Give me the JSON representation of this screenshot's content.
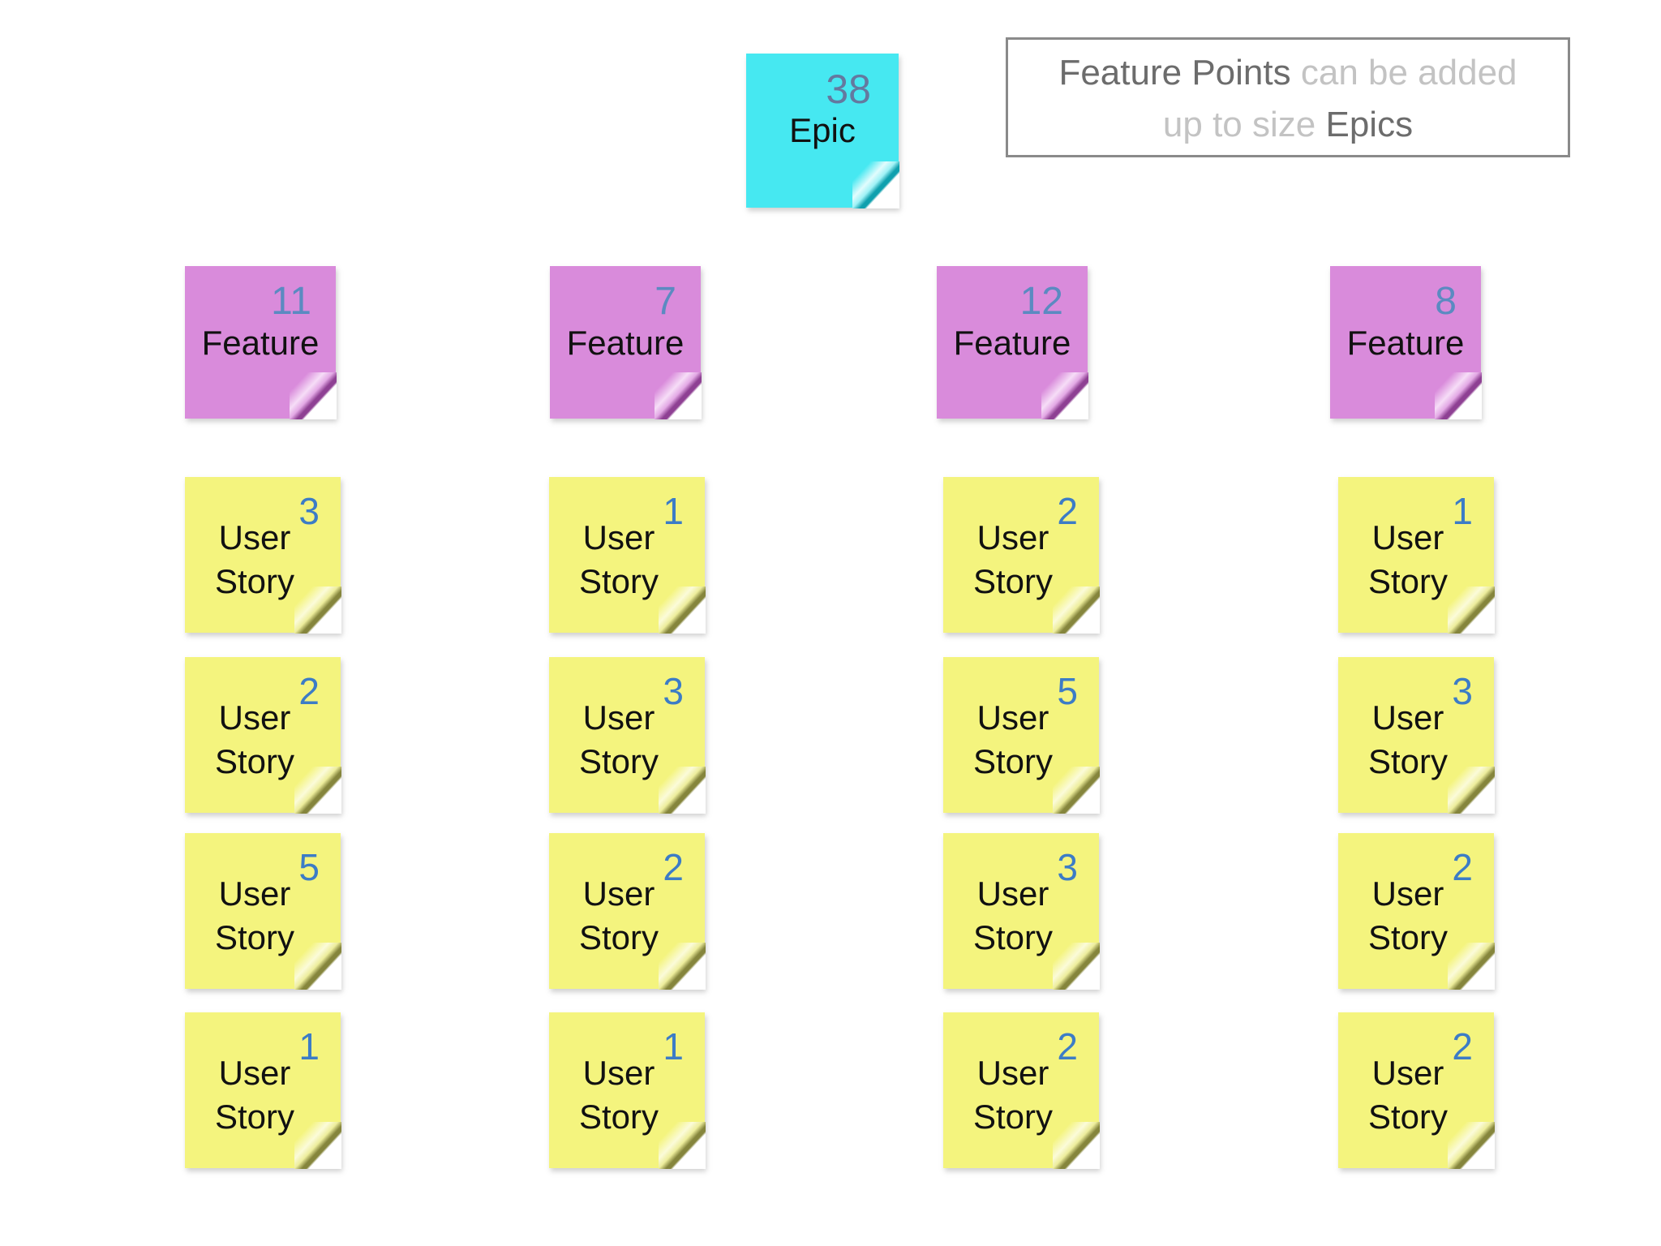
{
  "page": {
    "background": "#FFFFFF"
  },
  "annotation_box": {
    "line1_dark": "Feature Points",
    "line1_light": "can be added",
    "line2_light": "up to size",
    "line2_dark": "Epics"
  },
  "epic_note": {
    "points": "38",
    "label": "Epic"
  },
  "feature_notes": [
    {
      "points": "11",
      "label": "Feature"
    },
    {
      "points": "7",
      "label": "Feature"
    },
    {
      "points": "12",
      "label": "Feature"
    },
    {
      "points": "8",
      "label": "Feature"
    }
  ],
  "story_label": {
    "line1": "User",
    "line2": "Story"
  },
  "story_columns": [
    {
      "stories": [
        {
          "points": "3"
        },
        {
          "points": "2"
        },
        {
          "points": "5"
        },
        {
          "points": "1"
        }
      ]
    },
    {
      "stories": [
        {
          "points": "1"
        },
        {
          "points": "3"
        },
        {
          "points": "2"
        },
        {
          "points": "1"
        }
      ]
    },
    {
      "stories": [
        {
          "points": "2"
        },
        {
          "points": "5"
        },
        {
          "points": "3"
        },
        {
          "points": "2"
        }
      ]
    },
    {
      "stories": [
        {
          "points": "1"
        },
        {
          "points": "3"
        },
        {
          "points": "2"
        },
        {
          "points": "2"
        }
      ]
    }
  ],
  "colors": {
    "page_bg": "#FFFFFF",
    "epic_fill": "#46E8F1",
    "feature_fill": "#D98BDB",
    "story_fill": "#F4F47E",
    "epic_points": "#64799F",
    "feature_points": "#5B8AC1",
    "story_points": "#3C7CC6",
    "note_text": "#111111",
    "ann_dark": "#6C6C6C",
    "ann_light": "#C3C3C3",
    "ann_border": "#8A8A8A"
  }
}
